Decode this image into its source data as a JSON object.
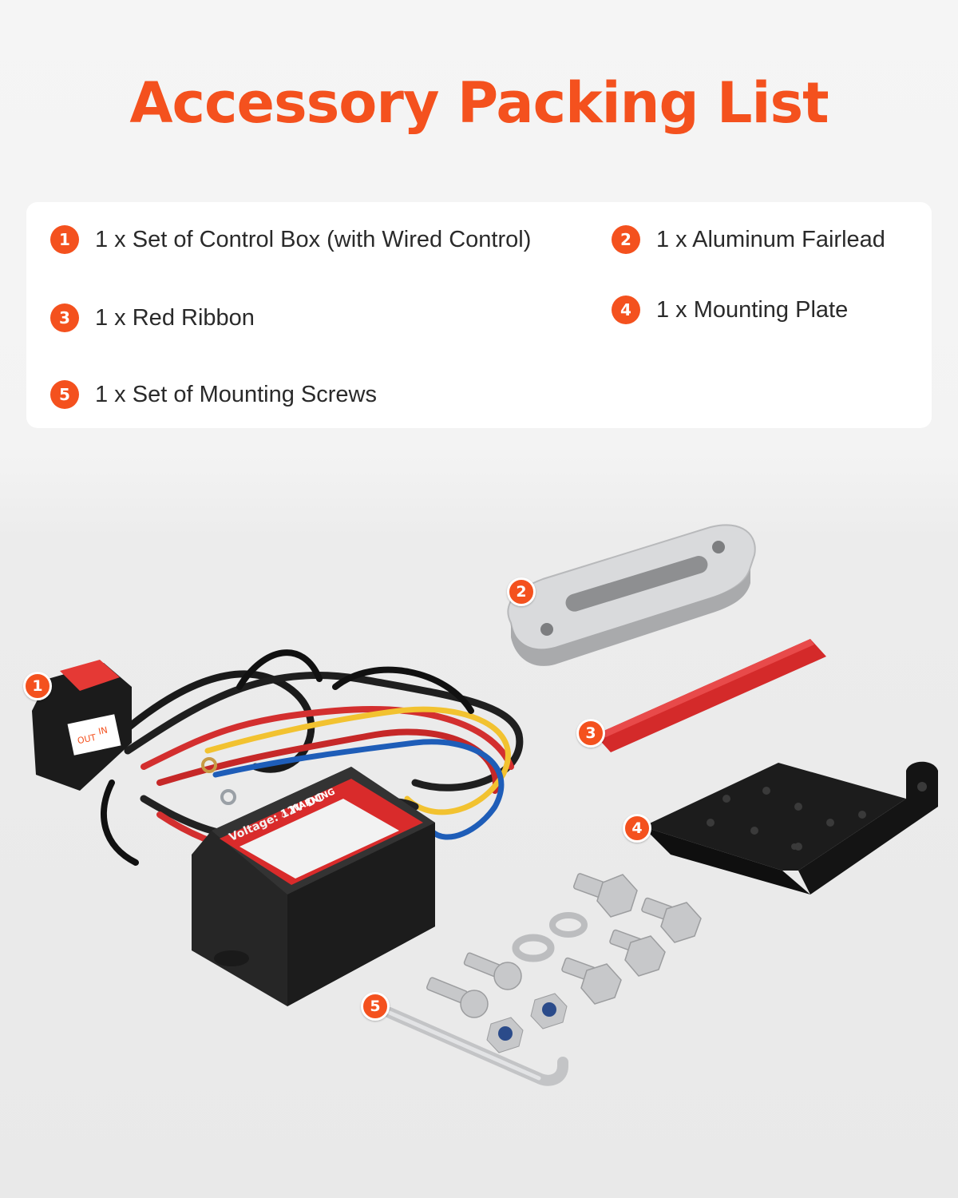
{
  "title": "Accessory Packing List",
  "accent_color": "#f4511e",
  "items": [
    {
      "number": "1",
      "label": "1 x Set of Control Box (with Wired Control)"
    },
    {
      "number": "2",
      "label": "1 x Aluminum Fairlead"
    },
    {
      "number": "3",
      "label": "1 x Red Ribbon"
    },
    {
      "number": "4",
      "label": "1 x Mounting Plate"
    },
    {
      "number": "5",
      "label": "1 x Set of Mounting Screws"
    }
  ],
  "product": {
    "voltage_label": "Voltage: 12V DC",
    "warning_label": "⚠ WARNING",
    "switch_out": "OUT",
    "switch_in": "IN"
  }
}
